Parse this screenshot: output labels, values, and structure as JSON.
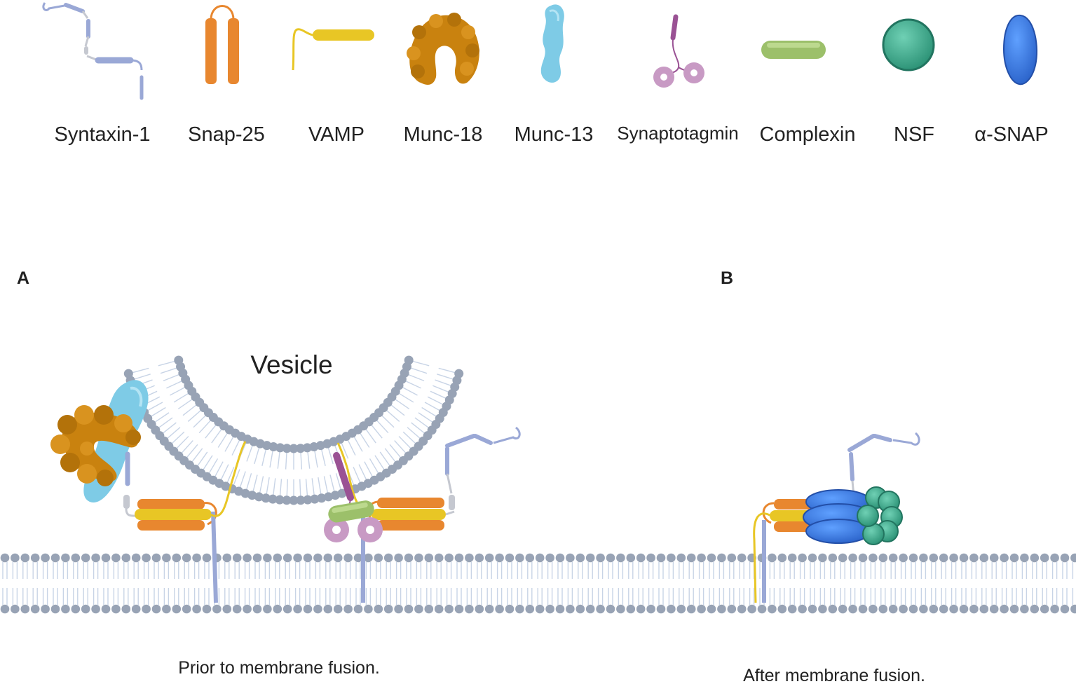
{
  "legend": {
    "syntaxin": "Syntaxin-1",
    "snap25": "Snap-25",
    "vamp": "VAMP",
    "munc18": "Munc-18",
    "munc13": "Munc-13",
    "synaptotagmin": "Synaptotagmin",
    "complexin": "Complexin",
    "nsf": "NSF",
    "asnap": "α-SNAP"
  },
  "panel_a": {
    "letter": "A",
    "vesicle": "Vesicle",
    "caption": "Prior to membrane fusion."
  },
  "panel_b": {
    "letter": "B",
    "caption": "After membrane fusion."
  },
  "colors": {
    "syntaxin": "#9aa8d6",
    "snap25": "#e8872f",
    "vamp": "#e8c625",
    "munc18": "#c9820f",
    "munc13": "#7ecbe6",
    "synaptotagmin": "#9a5294",
    "synaptotagmin_c2": "#c89ac4",
    "complexin": "#9cc06a",
    "nsf": "#3aa58a",
    "asnap": "#3f7fe0",
    "lipid_head": "#98a3b5",
    "lipid_tail": "#c8d4e6"
  }
}
